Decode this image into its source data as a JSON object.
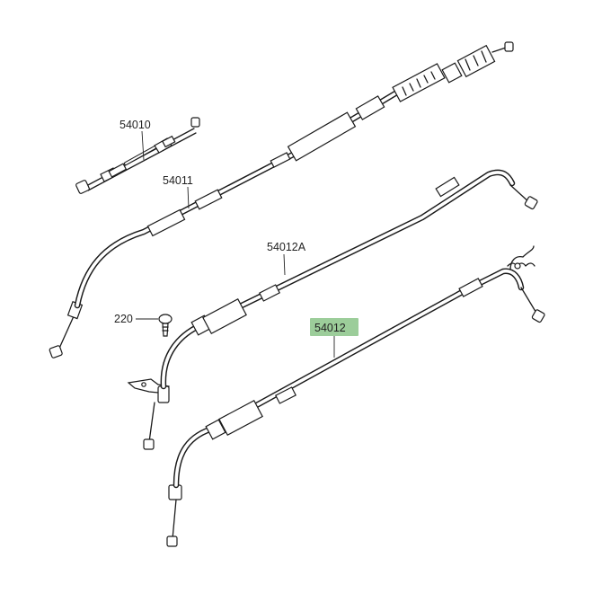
{
  "parts": [
    {
      "id": "54010",
      "label": "54010"
    },
    {
      "id": "54011",
      "label": "54011"
    },
    {
      "id": "54012A",
      "label": "54012A"
    },
    {
      "id": "220",
      "label": "220"
    },
    {
      "id": "54012",
      "label": "54012",
      "highlighted": true
    }
  ],
  "colors": {
    "highlight": "#9ccd9a",
    "line": "#1a1a1a"
  }
}
